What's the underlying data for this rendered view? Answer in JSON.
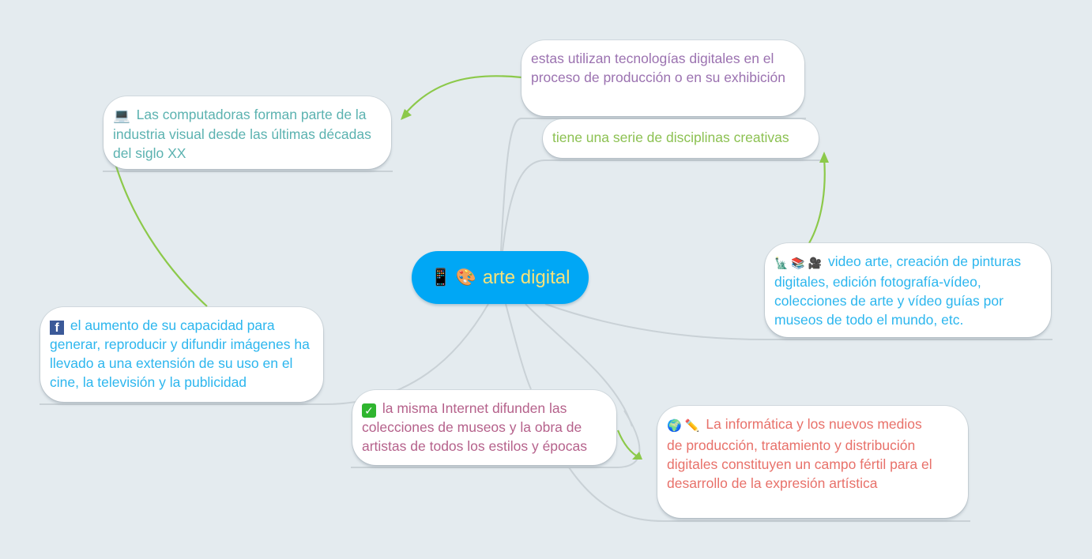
{
  "canvas": {
    "background": "#e4ebef"
  },
  "root": {
    "icons": [
      "mobile-phone-icon",
      "artist-palette-icon"
    ],
    "icon_glyphs": "📱 🎨",
    "label": "arte digital",
    "bg_color": "#00a7f5",
    "text_color": "#f7e27a"
  },
  "nodes": [
    {
      "id": "tecnologias",
      "text": "estas utilizan tecnologías digitales en el proceso de producción o en su exhibición",
      "color": "#9b72b0",
      "icons": []
    },
    {
      "id": "disciplinas",
      "text": "tiene una serie de disciplinas creativas",
      "color": "#8cc152",
      "icons": []
    },
    {
      "id": "computadoras",
      "icon_glyphs": "💻",
      "icons": [
        "laptop-icon"
      ],
      "text": "Las computadoras forman parte de la industria visual desde las últimas décadas del siglo XX",
      "color": "#5bb2b0"
    },
    {
      "id": "video-arte",
      "icon_glyphs": "🗽 📚 🎥",
      "icons": [
        "statue-of-liberty-icon",
        "books-icon",
        "movie-camera-icon"
      ],
      "text": "video arte, creación de pinturas digitales, edición fotografía-vídeo, colecciones de arte y vídeo guías por museos de todo el mundo, etc.",
      "color": "#2cb6ee"
    },
    {
      "id": "capacidad",
      "icon_glyphs": "f",
      "icons": [
        "facebook-icon"
      ],
      "text": "el aumento de su capacidad para generar, reproducir y difundir imágenes ha llevado a una extensión de su uso en el cine, la televisión y la publicidad",
      "color": "#2cb6ee"
    },
    {
      "id": "internet",
      "icon_glyphs": "✓",
      "icons": [
        "check-mark-icon"
      ],
      "text": "la misma Internet difunden las colecciones de museos y la obra de artistas de todos los estilos y épocas",
      "color": "#b5618b"
    },
    {
      "id": "informatica",
      "icon_glyphs": "🌍 ✏️",
      "icons": [
        "globe-icon",
        "pencil-icon"
      ],
      "text": "La informática y los nuevos medios de producción, tratamiento y distribución digitales constituyen un campo fértil para el desarrollo de la expresión artística",
      "color": "#e8716a"
    }
  ],
  "connector_colors": {
    "branch": "#c9d1d6",
    "relation_arrow": "#8cc94a"
  }
}
